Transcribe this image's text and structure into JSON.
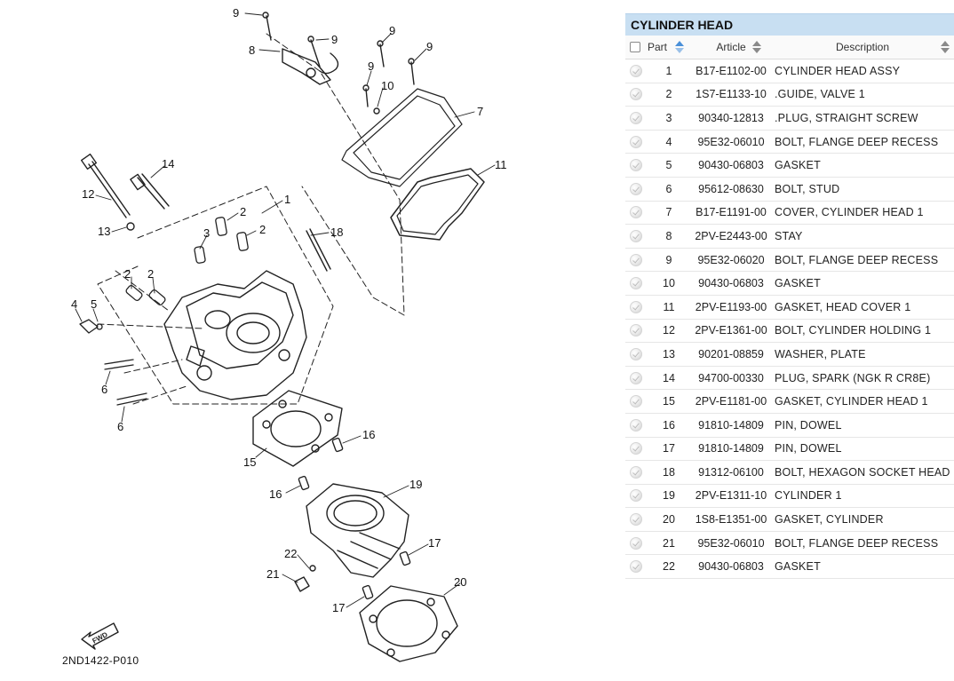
{
  "diagram": {
    "code": "2ND1422-P010",
    "fwd_label": "FWD",
    "callouts": [
      "9",
      "8",
      "9",
      "9",
      "9",
      "9",
      "10",
      "7",
      "11",
      "14",
      "12",
      "13",
      "1",
      "2",
      "2",
      "3",
      "18",
      "2",
      "2",
      "4",
      "5",
      "6",
      "6",
      "15",
      "16",
      "16",
      "19",
      "22",
      "21",
      "17",
      "17",
      "20"
    ]
  },
  "panel": {
    "title": "CYLINDER HEAD",
    "headers": {
      "part": "Part",
      "article": "Article",
      "description": "Description"
    },
    "rows": [
      {
        "num": "1",
        "article": "B17-E1102-00",
        "description": "CYLINDER HEAD ASSY"
      },
      {
        "num": "2",
        "article": "1S7-E1133-10",
        "description": ".GUIDE, VALVE 1"
      },
      {
        "num": "3",
        "article": "90340-12813",
        "description": ".PLUG, STRAIGHT SCREW"
      },
      {
        "num": "4",
        "article": "95E32-06010",
        "description": "BOLT, FLANGE DEEP RECESS"
      },
      {
        "num": "5",
        "article": "90430-06803",
        "description": "GASKET"
      },
      {
        "num": "6",
        "article": "95612-08630",
        "description": "BOLT, STUD"
      },
      {
        "num": "7",
        "article": "B17-E1191-00",
        "description": "COVER, CYLINDER HEAD 1"
      },
      {
        "num": "8",
        "article": "2PV-E2443-00",
        "description": "STAY"
      },
      {
        "num": "9",
        "article": "95E32-06020",
        "description": "BOLT, FLANGE DEEP RECESS"
      },
      {
        "num": "10",
        "article": "90430-06803",
        "description": "GASKET"
      },
      {
        "num": "11",
        "article": "2PV-E1193-00",
        "description": "GASKET, HEAD COVER 1"
      },
      {
        "num": "12",
        "article": "2PV-E1361-00",
        "description": "BOLT, CYLINDER HOLDING 1"
      },
      {
        "num": "13",
        "article": "90201-08859",
        "description": "WASHER, PLATE"
      },
      {
        "num": "14",
        "article": "94700-00330",
        "description": "PLUG, SPARK (NGK R CR8E)"
      },
      {
        "num": "15",
        "article": "2PV-E1181-00",
        "description": "GASKET, CYLINDER HEAD 1"
      },
      {
        "num": "16",
        "article": "91810-14809",
        "description": "PIN, DOWEL"
      },
      {
        "num": "17",
        "article": "91810-14809",
        "description": "PIN, DOWEL"
      },
      {
        "num": "18",
        "article": "91312-06100",
        "description": "BOLT, HEXAGON SOCKET HEAD"
      },
      {
        "num": "19",
        "article": "2PV-E1311-10",
        "description": "CYLINDER 1"
      },
      {
        "num": "20",
        "article": "1S8-E1351-00",
        "description": "GASKET, CYLINDER"
      },
      {
        "num": "21",
        "article": "95E32-06010",
        "description": "BOLT, FLANGE DEEP RECESS"
      },
      {
        "num": "22",
        "article": "90430-06803",
        "description": "GASKET"
      }
    ]
  },
  "icons": {
    "header_checkbox": "checkbox-icon",
    "sort_active": "sort-ascending-icon",
    "sort_inactive": "sort-both-icon",
    "row_status": "check-circle-icon"
  },
  "colors": {
    "title_bg": "#c8dff2",
    "sort_active": "#4a90d9",
    "sort_inactive": "#8a8a8a"
  }
}
